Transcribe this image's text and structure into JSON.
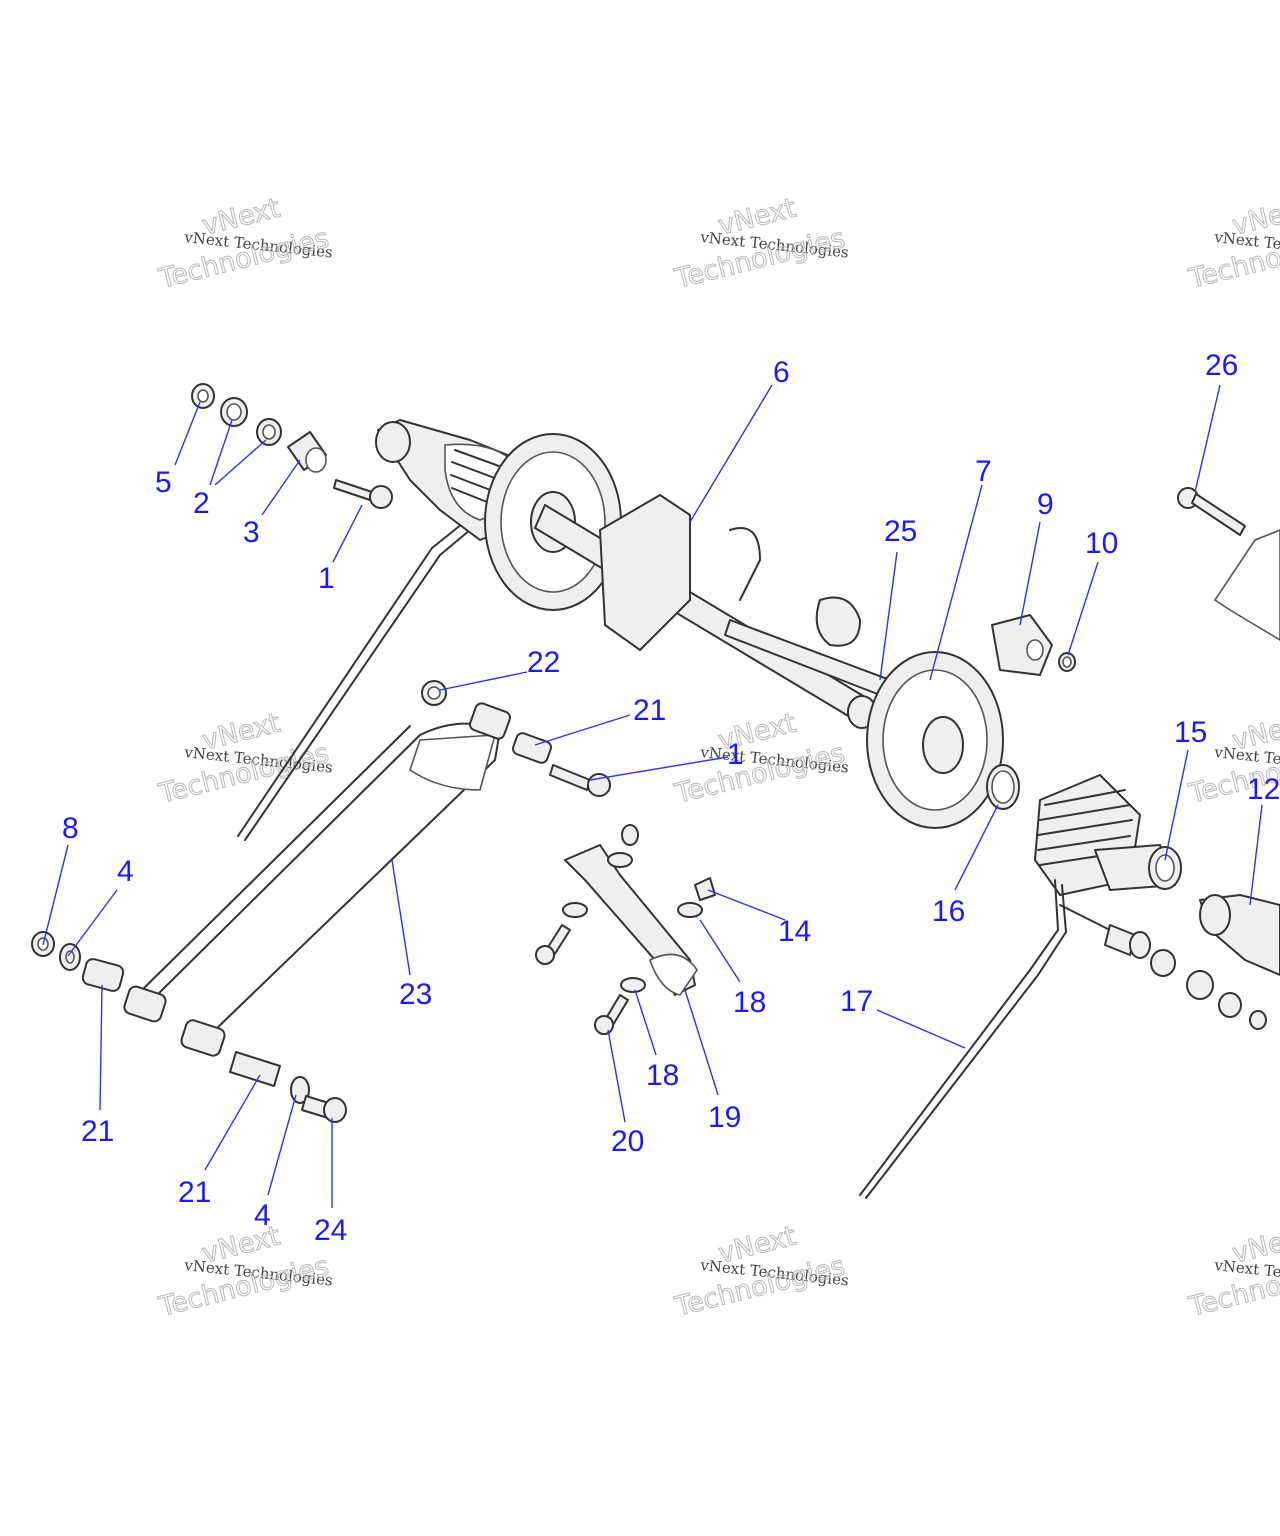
{
  "callouts": [
    {
      "id": "c1a",
      "text": "1"
    },
    {
      "id": "c1b",
      "text": "1"
    },
    {
      "id": "c2",
      "text": "2"
    },
    {
      "id": "c3",
      "text": "3"
    },
    {
      "id": "c4a",
      "text": "4"
    },
    {
      "id": "c4b",
      "text": "4"
    },
    {
      "id": "c5",
      "text": "5"
    },
    {
      "id": "c6",
      "text": "6"
    },
    {
      "id": "c7",
      "text": "7"
    },
    {
      "id": "c8",
      "text": "8"
    },
    {
      "id": "c9",
      "text": "9"
    },
    {
      "id": "c10",
      "text": "10"
    },
    {
      "id": "c12",
      "text": "12"
    },
    {
      "id": "c14",
      "text": "14"
    },
    {
      "id": "c15",
      "text": "15"
    },
    {
      "id": "c16",
      "text": "16"
    },
    {
      "id": "c17",
      "text": "17"
    },
    {
      "id": "c18a",
      "text": "18"
    },
    {
      "id": "c18b",
      "text": "18"
    },
    {
      "id": "c19",
      "text": "19"
    },
    {
      "id": "c20",
      "text": "20"
    },
    {
      "id": "c21a",
      "text": "21"
    },
    {
      "id": "c21b",
      "text": "21"
    },
    {
      "id": "c21c",
      "text": "21"
    },
    {
      "id": "c22",
      "text": "22"
    },
    {
      "id": "c23",
      "text": "23"
    },
    {
      "id": "c24",
      "text": "24"
    },
    {
      "id": "c25",
      "text": "25"
    },
    {
      "id": "c26",
      "text": "26"
    }
  ],
  "watermark": {
    "line1": "vNext",
    "line2": "vNext Technologies",
    "line3": "Technologies"
  },
  "colors": {
    "callout_text": "#1a1aff",
    "leader_line": "#3030ff",
    "part_outline": "#333333",
    "part_fill": "#efefef"
  }
}
